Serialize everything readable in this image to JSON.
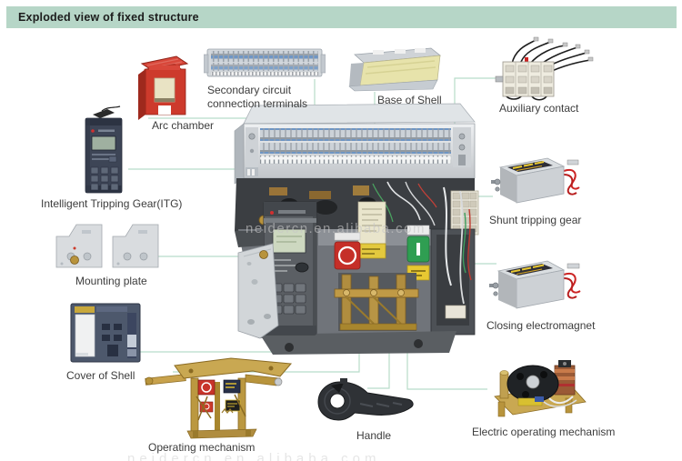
{
  "header": {
    "title": "Exploded view of fixed structure"
  },
  "watermark": {
    "text": "neidercn.en.alibaba.com"
  },
  "colors": {
    "header_bg": "#b6d6c7",
    "connector_line": "#b8dcc9",
    "label_text": "#3c3c3c",
    "arc_chamber_red": "#cd3a2c",
    "base_shell_yellow": "#e7e3ab",
    "brass": "#c9a852",
    "enclosure_gray": "#cdd1d5",
    "cover_navy": "#4d586c"
  },
  "components": {
    "secondary_terminals": {
      "label": "Secondary circuit connection terminals"
    },
    "base_of_shell": {
      "label": "Base of Shell"
    },
    "auxiliary_contact": {
      "label": "Auxiliary contact"
    },
    "arc_chamber": {
      "label": "Arc chamber"
    },
    "intelligent_tripping_gear": {
      "label": "Intelligent Tripping Gear(ITG)"
    },
    "shunt_tripping_gear": {
      "label": "Shunt tripping gear"
    },
    "mounting_plate": {
      "label": "Mounting plate"
    },
    "closing_electromagnet": {
      "label": "Closing electromagnet"
    },
    "cover_of_shell": {
      "label": "Cover of Shell"
    },
    "operating_mechanism": {
      "label": "Operating mechanism"
    },
    "handle": {
      "label": "Handle"
    },
    "electric_operating_mechanism": {
      "label": "Electric operating mechanism"
    }
  }
}
